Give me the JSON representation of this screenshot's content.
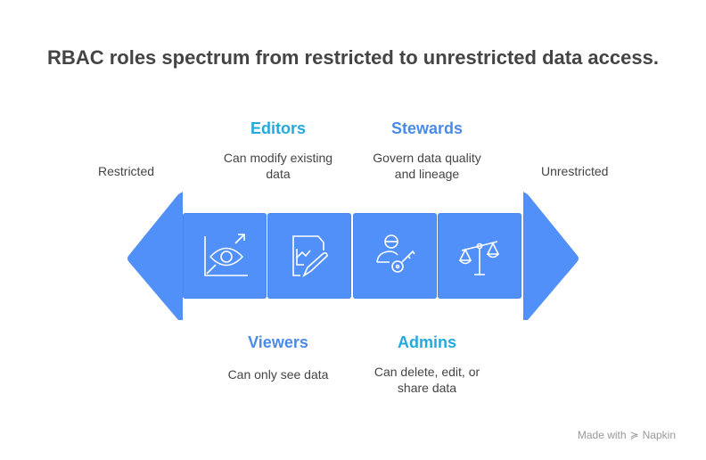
{
  "title": "RBAC roles spectrum from restricted to unrestricted data access.",
  "ends": {
    "left": "Restricted",
    "right": "Unrestricted"
  },
  "roles": [
    {
      "name": "Viewers",
      "description": "Can only see data",
      "icon": "eye-chart-icon",
      "color": "#4a8be8"
    },
    {
      "name": "Editors",
      "description": "Can modify existing data",
      "icon": "document-edit-icon",
      "color": "#25a9dc"
    },
    {
      "name": "Stewards",
      "description": "Govern data quality and lineage",
      "icon": "user-key-icon",
      "color": "#4a8be8"
    },
    {
      "name": "Admins",
      "description": "Can delete, edit, or share data",
      "icon": "scales-icon",
      "color": "#25a9dc"
    }
  ],
  "footer": {
    "made_with": "Made with",
    "brand": "Napkin"
  },
  "colors": {
    "arrow": "#5090f8"
  }
}
